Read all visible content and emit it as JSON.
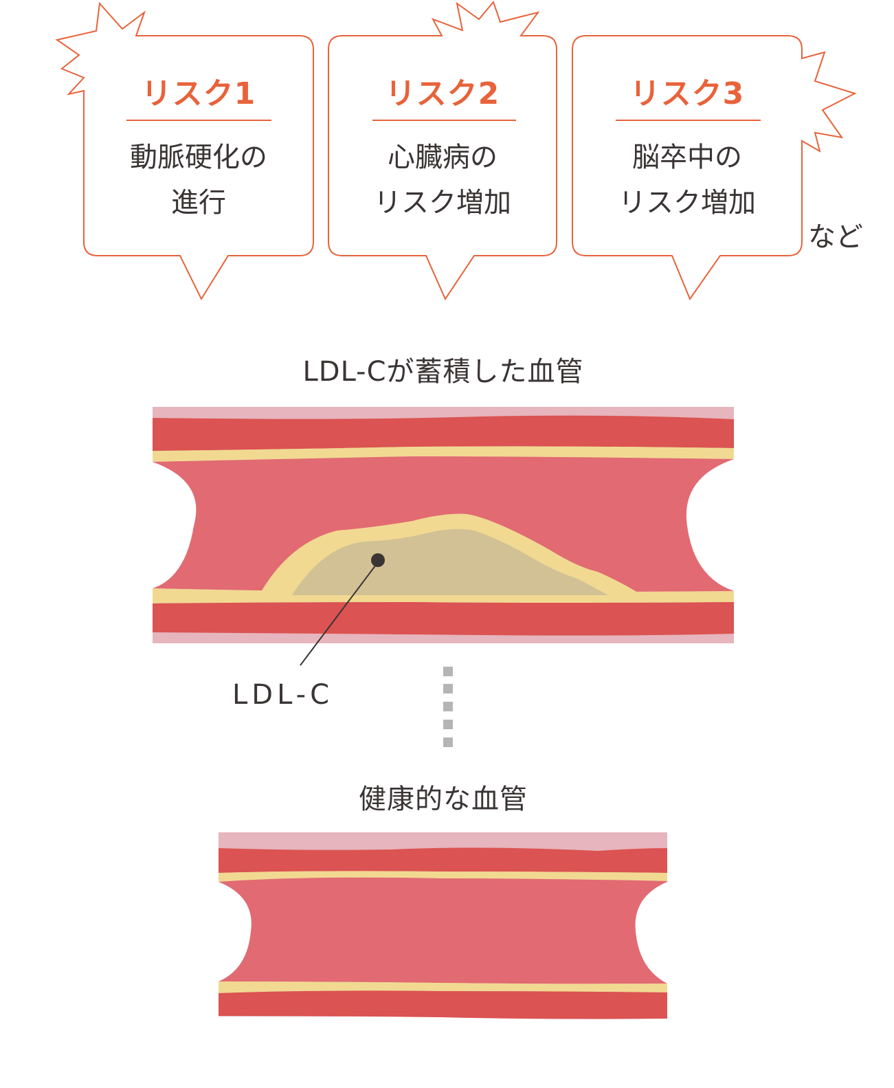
{
  "colors": {
    "accent_orange": "#e8623a",
    "text_dark": "#3a3434",
    "vessel_outer_pink": "#e6b5bd",
    "vessel_wall_red": "#db5352",
    "vessel_intima_yellow": "#f1d992",
    "vessel_lumen": "#e26a72",
    "plaque_core": "#d1c194",
    "connector_dots": "#b5b5b5"
  },
  "risks": [
    {
      "title": "リスク1",
      "lines": [
        "動脈硬化の",
        "進行"
      ]
    },
    {
      "title": "リスク2",
      "lines": [
        "心臓病の",
        "リスク増加"
      ]
    },
    {
      "title": "リスク3",
      "lines": [
        "脳卒中の",
        "リスク増加"
      ]
    }
  ],
  "risks_suffix": "など",
  "diagram": {
    "clogged_title": "LDL-Cが蓄積した血管",
    "plaque_label": "LDL-C",
    "healthy_title": "健康的な血管"
  }
}
